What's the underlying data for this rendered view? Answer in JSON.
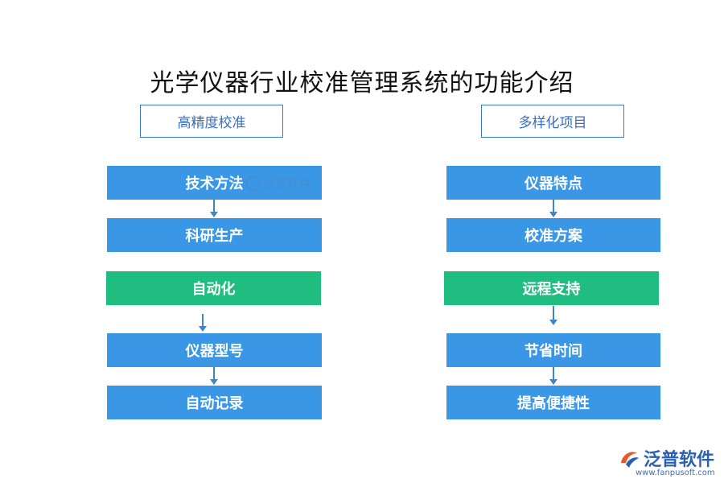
{
  "title": "光学仪器行业校准管理系统的功能介绍",
  "left": {
    "header": "高精度校准",
    "items": [
      "技术方法",
      "科研生产",
      "自动化",
      "仪器型号",
      "自动记录"
    ]
  },
  "right": {
    "header": "多样化项目",
    "items": [
      "仪器特点",
      "校准方案",
      "远程支持",
      "节省时间",
      "提高便捷性"
    ]
  },
  "watermark": {
    "text": "泛普软件"
  },
  "brand": {
    "name": "泛普软件",
    "url": "www.fanpusoft.com"
  },
  "colors": {
    "blue": "#3a97e6",
    "green": "#1fbd80",
    "header_border": "#3a78c8"
  }
}
